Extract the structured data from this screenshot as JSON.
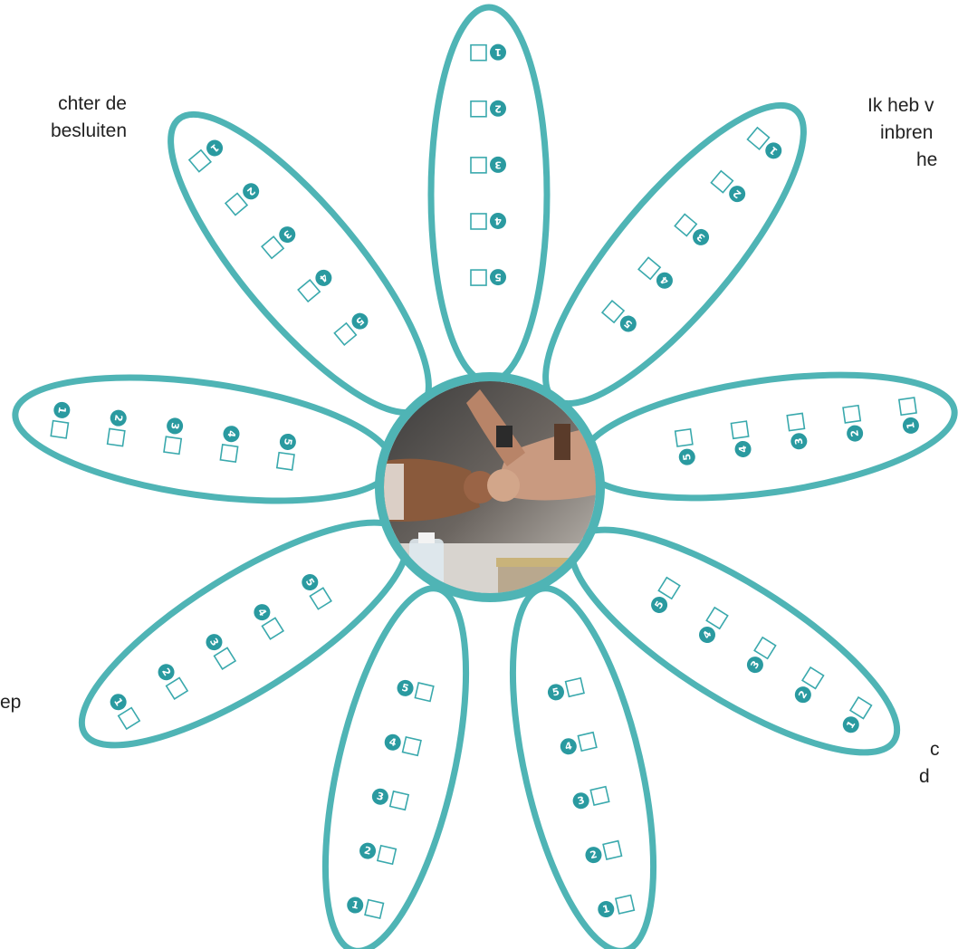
{
  "colors": {
    "petal_stroke": "#4fb4b5",
    "badge_fill": "#2a9aa0",
    "box_stroke": "#3aa9ad",
    "center_ring": "#4fb4b5",
    "text": "#222222"
  },
  "petals": [
    {
      "id": "p0",
      "numbers": [
        "1",
        "2",
        "3",
        "4",
        "5"
      ]
    },
    {
      "id": "p1",
      "numbers": [
        "1",
        "2",
        "3",
        "4",
        "5"
      ]
    },
    {
      "id": "p2",
      "numbers": [
        "1",
        "2",
        "3",
        "4",
        "5"
      ]
    },
    {
      "id": "p3",
      "numbers": [
        "1",
        "2",
        "3",
        "4",
        "5"
      ]
    },
    {
      "id": "p4",
      "numbers": [
        "1",
        "2",
        "3",
        "4",
        "5"
      ]
    },
    {
      "id": "p5",
      "numbers": [
        "1",
        "2",
        "3",
        "4",
        "5"
      ]
    },
    {
      "id": "p6",
      "numbers": [
        "1",
        "2",
        "3",
        "4",
        "5"
      ]
    },
    {
      "id": "p7",
      "numbers": [
        "1",
        "2",
        "3",
        "4",
        "5"
      ]
    }
  ],
  "center_photo": {
    "icon": "fist-bump-photo"
  },
  "text_snippets": {
    "top_left_line1": "chter de",
    "top_left_line2": "besluiten",
    "top_right_line1": "Ik heb v",
    "top_right_line2": "inbren",
    "top_right_line3": "he",
    "left_line1": "ep",
    "right_line1": "c",
    "right_line2": "d"
  }
}
